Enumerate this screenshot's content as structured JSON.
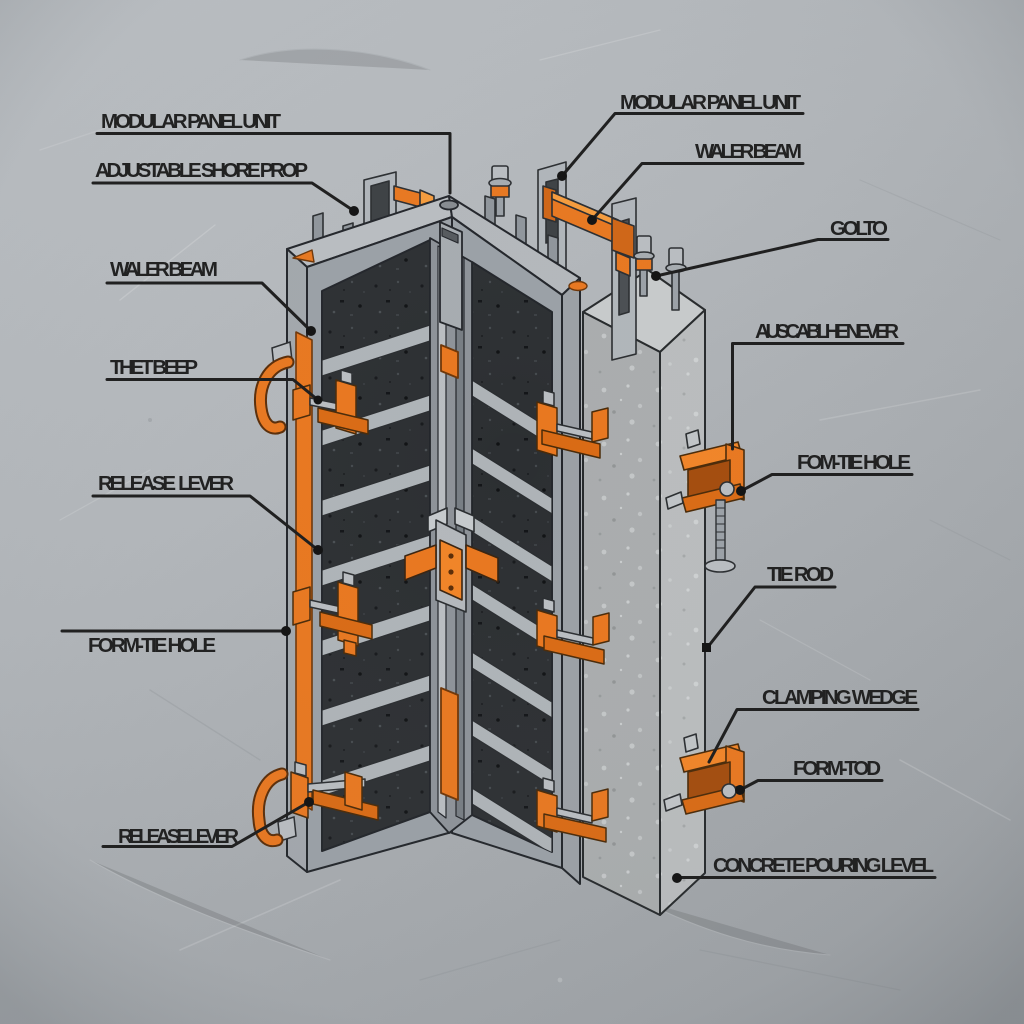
{
  "scene": {
    "description": "Isometric cutaway diagram of a modular concrete wall formwork corner system with orange clamp hardware and a concrete column",
    "background_color": "#adb1b5",
    "accent_orange": "#e8771f",
    "steel_gray": "#9aa0a6",
    "panel_face_dark": "#2c2f32",
    "concrete_gray": "#b4b7b8",
    "line_color": "#1d1d1d"
  },
  "labels_left": [
    {
      "id": "modular-panel-unit-left",
      "text": "MODULAR PANEL UNIT"
    },
    {
      "id": "adjustable-shore-prop",
      "text": "ADJUSTABLE SHORE PROP"
    },
    {
      "id": "waler-beam-left",
      "text": "WALER BEAM"
    },
    {
      "id": "thet-beep",
      "text": "THET BEEP"
    },
    {
      "id": "release-lever-mid",
      "text": "RELEASE  LEVER"
    },
    {
      "id": "form-tie-hole-left",
      "text": "FORM-TIE HOLE"
    },
    {
      "id": "release-lever-bottom",
      "text": "RELEASE LEVER"
    }
  ],
  "labels_right": [
    {
      "id": "modular-panel-unit-right",
      "text": "MODULAR PANEL UNIT"
    },
    {
      "id": "waler-beam-right",
      "text": "WALER BEAM"
    },
    {
      "id": "golto",
      "text": "GOLTO"
    },
    {
      "id": "auscablhe-never",
      "text": "AUSCABLHE NEVER"
    },
    {
      "id": "fom-tie-hole",
      "text": "FOM-TIE HOLE"
    },
    {
      "id": "tie-rod",
      "text": "TIE ROD"
    },
    {
      "id": "clamping-wedge",
      "text": "CLAMPING WEDGE"
    },
    {
      "id": "form-tod",
      "text": "FORM-TOD"
    },
    {
      "id": "concrete-pouring-level",
      "text": "CONCRETE POURING LEVEL"
    }
  ]
}
